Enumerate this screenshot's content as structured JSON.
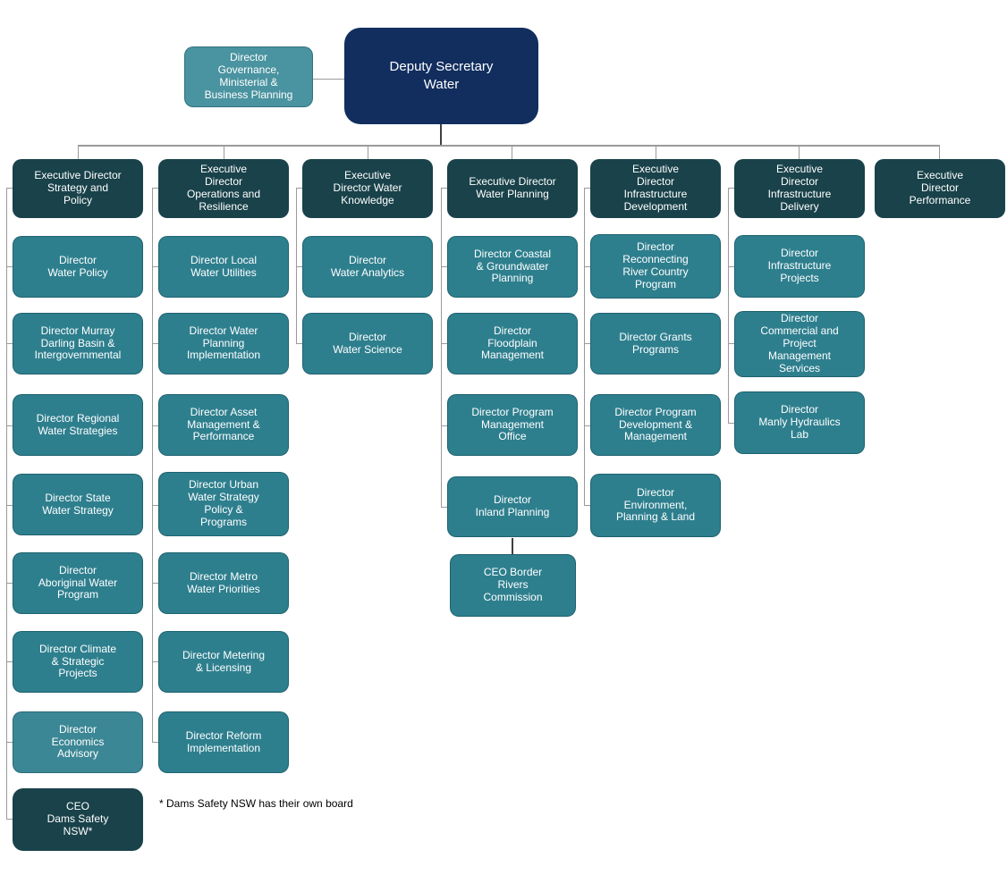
{
  "colors": {
    "navy": "#112e5e",
    "exec": "#19424a",
    "child": "#2e7f8e",
    "light": "#4a93a0",
    "mid": "#3c8795",
    "line": "#9a9a9a",
    "line_dark": "#3f3f3f"
  },
  "org": {
    "root": "Deputy Secretary\nWater",
    "advisor": "Director\nGovernance,\nMinisterial &\nBusiness Planning",
    "columns": [
      {
        "exec": "Executive Director\nStrategy and\nPolicy",
        "children": [
          "Director\nWater Policy",
          "Director Murray\nDarling Basin &\nIntergovernmental",
          "Director Regional\nWater Strategies",
          "Director State\nWater Strategy",
          "Director\nAboriginal Water\nProgram",
          "Director Climate\n& Strategic\nProjects",
          "Director\nEconomics\nAdvisory",
          "CEO\nDams Safety\nNSW*"
        ]
      },
      {
        "exec": "Executive\nDirector\nOperations and\nResilience",
        "children": [
          "Director Local\nWater Utilities",
          "Director Water\nPlanning\nImplementation",
          "Director Asset\nManagement &\nPerformance",
          "Director Urban\nWater Strategy\nPolicy &\nPrograms",
          "Director Metro\nWater Priorities",
          "Director Metering\n& Licensing",
          "Director Reform\nImplementation"
        ]
      },
      {
        "exec": "Executive\nDirector Water\nKnowledge",
        "children": [
          "Director\nWater Analytics",
          "Director\nWater Science"
        ]
      },
      {
        "exec": "Executive Director\nWater Planning",
        "children": [
          "Director Coastal\n& Groundwater\nPlanning",
          "Director\nFloodplain\nManagement",
          "Director Program\nManagement\nOffice",
          "Director\nInland Planning",
          "CEO Border\nRivers\nCommission"
        ]
      },
      {
        "exec": "Executive\nDirector\nInfrastructure\nDevelopment",
        "children": [
          "Director\nReconnecting\nRiver Country\nProgram",
          "Director Grants\nPrograms",
          "Director Program\nDevelopment &\nManagement",
          "Director\nEnvironment,\nPlanning & Land"
        ]
      },
      {
        "exec": "Executive\nDirector\nInfrastructure\nDelivery",
        "children": [
          "Director\nInfrastructure\nProjects",
          "Director\nCommercial and\nProject\nManagement\nServices",
          "Director\nManly Hydraulics\nLab"
        ]
      },
      {
        "exec": "Executive\nDirector\nPerformance",
        "children": []
      }
    ]
  },
  "footnote": "* Dams Safety NSW has their own board"
}
